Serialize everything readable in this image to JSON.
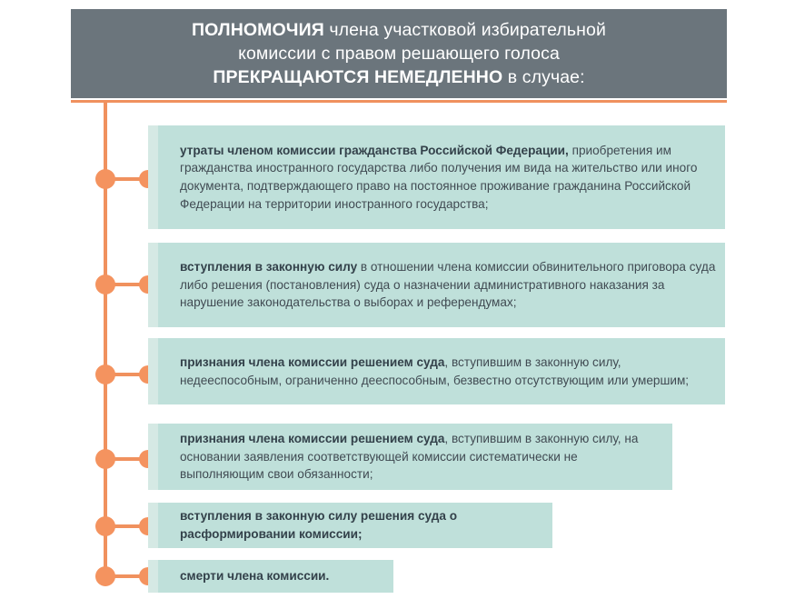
{
  "header": {
    "lines": [
      {
        "bold": "ПОЛНОМОЧИЯ",
        "rest": " члена участковой избирательной"
      },
      {
        "bold": "",
        "rest": "комиссии с правом решающего голоса"
      },
      {
        "bold": "ПРЕКРАЩАЮТСЯ НЕМЕДЛЕННО",
        "rest": " в случае:"
      }
    ]
  },
  "colors": {
    "header_bg": "#6b757c",
    "accent_orange": "#f0915e",
    "node_orange": "#f4935f",
    "block_bg": "#bfe0da",
    "block_edge": "#d5e9e4",
    "text": "#404a52",
    "page_bg": "#ffffff"
  },
  "items": [
    {
      "bold": "утраты членом комиссии гражданства Российской Федерации,",
      "rest": " приобретения им гражданства иностранного государства либо получения им вида на жительство или иного документа, подтверждающего право на постоянное проживание гражданина Российской Федерации на территории иностранного государства;"
    },
    {
      "bold": "вступления в законную силу",
      "rest": " в отношении члена комиссии обвинительного приговора суда либо решения (постановления) суда о назначении административного наказания за нарушение законодательства о выборах и референдумах;"
    },
    {
      "bold": "признания члена комиссии решением суда",
      "rest": ", вступившим в законную силу, недееспособным, ограниченно дееспособным, безвестно отсутствующим или умершим;"
    },
    {
      "bold": "признания члена комиссии решением суда",
      "rest": ", вступившим в законную силу, на основании заявления соответствующей комиссии систематически не выполняющим свои обязанности;"
    },
    {
      "bold": "вступления в законную силу решения суда о расформировании комиссии;",
      "rest": ""
    },
    {
      "bold": "смерти члена комиссии.",
      "rest": ""
    }
  ]
}
